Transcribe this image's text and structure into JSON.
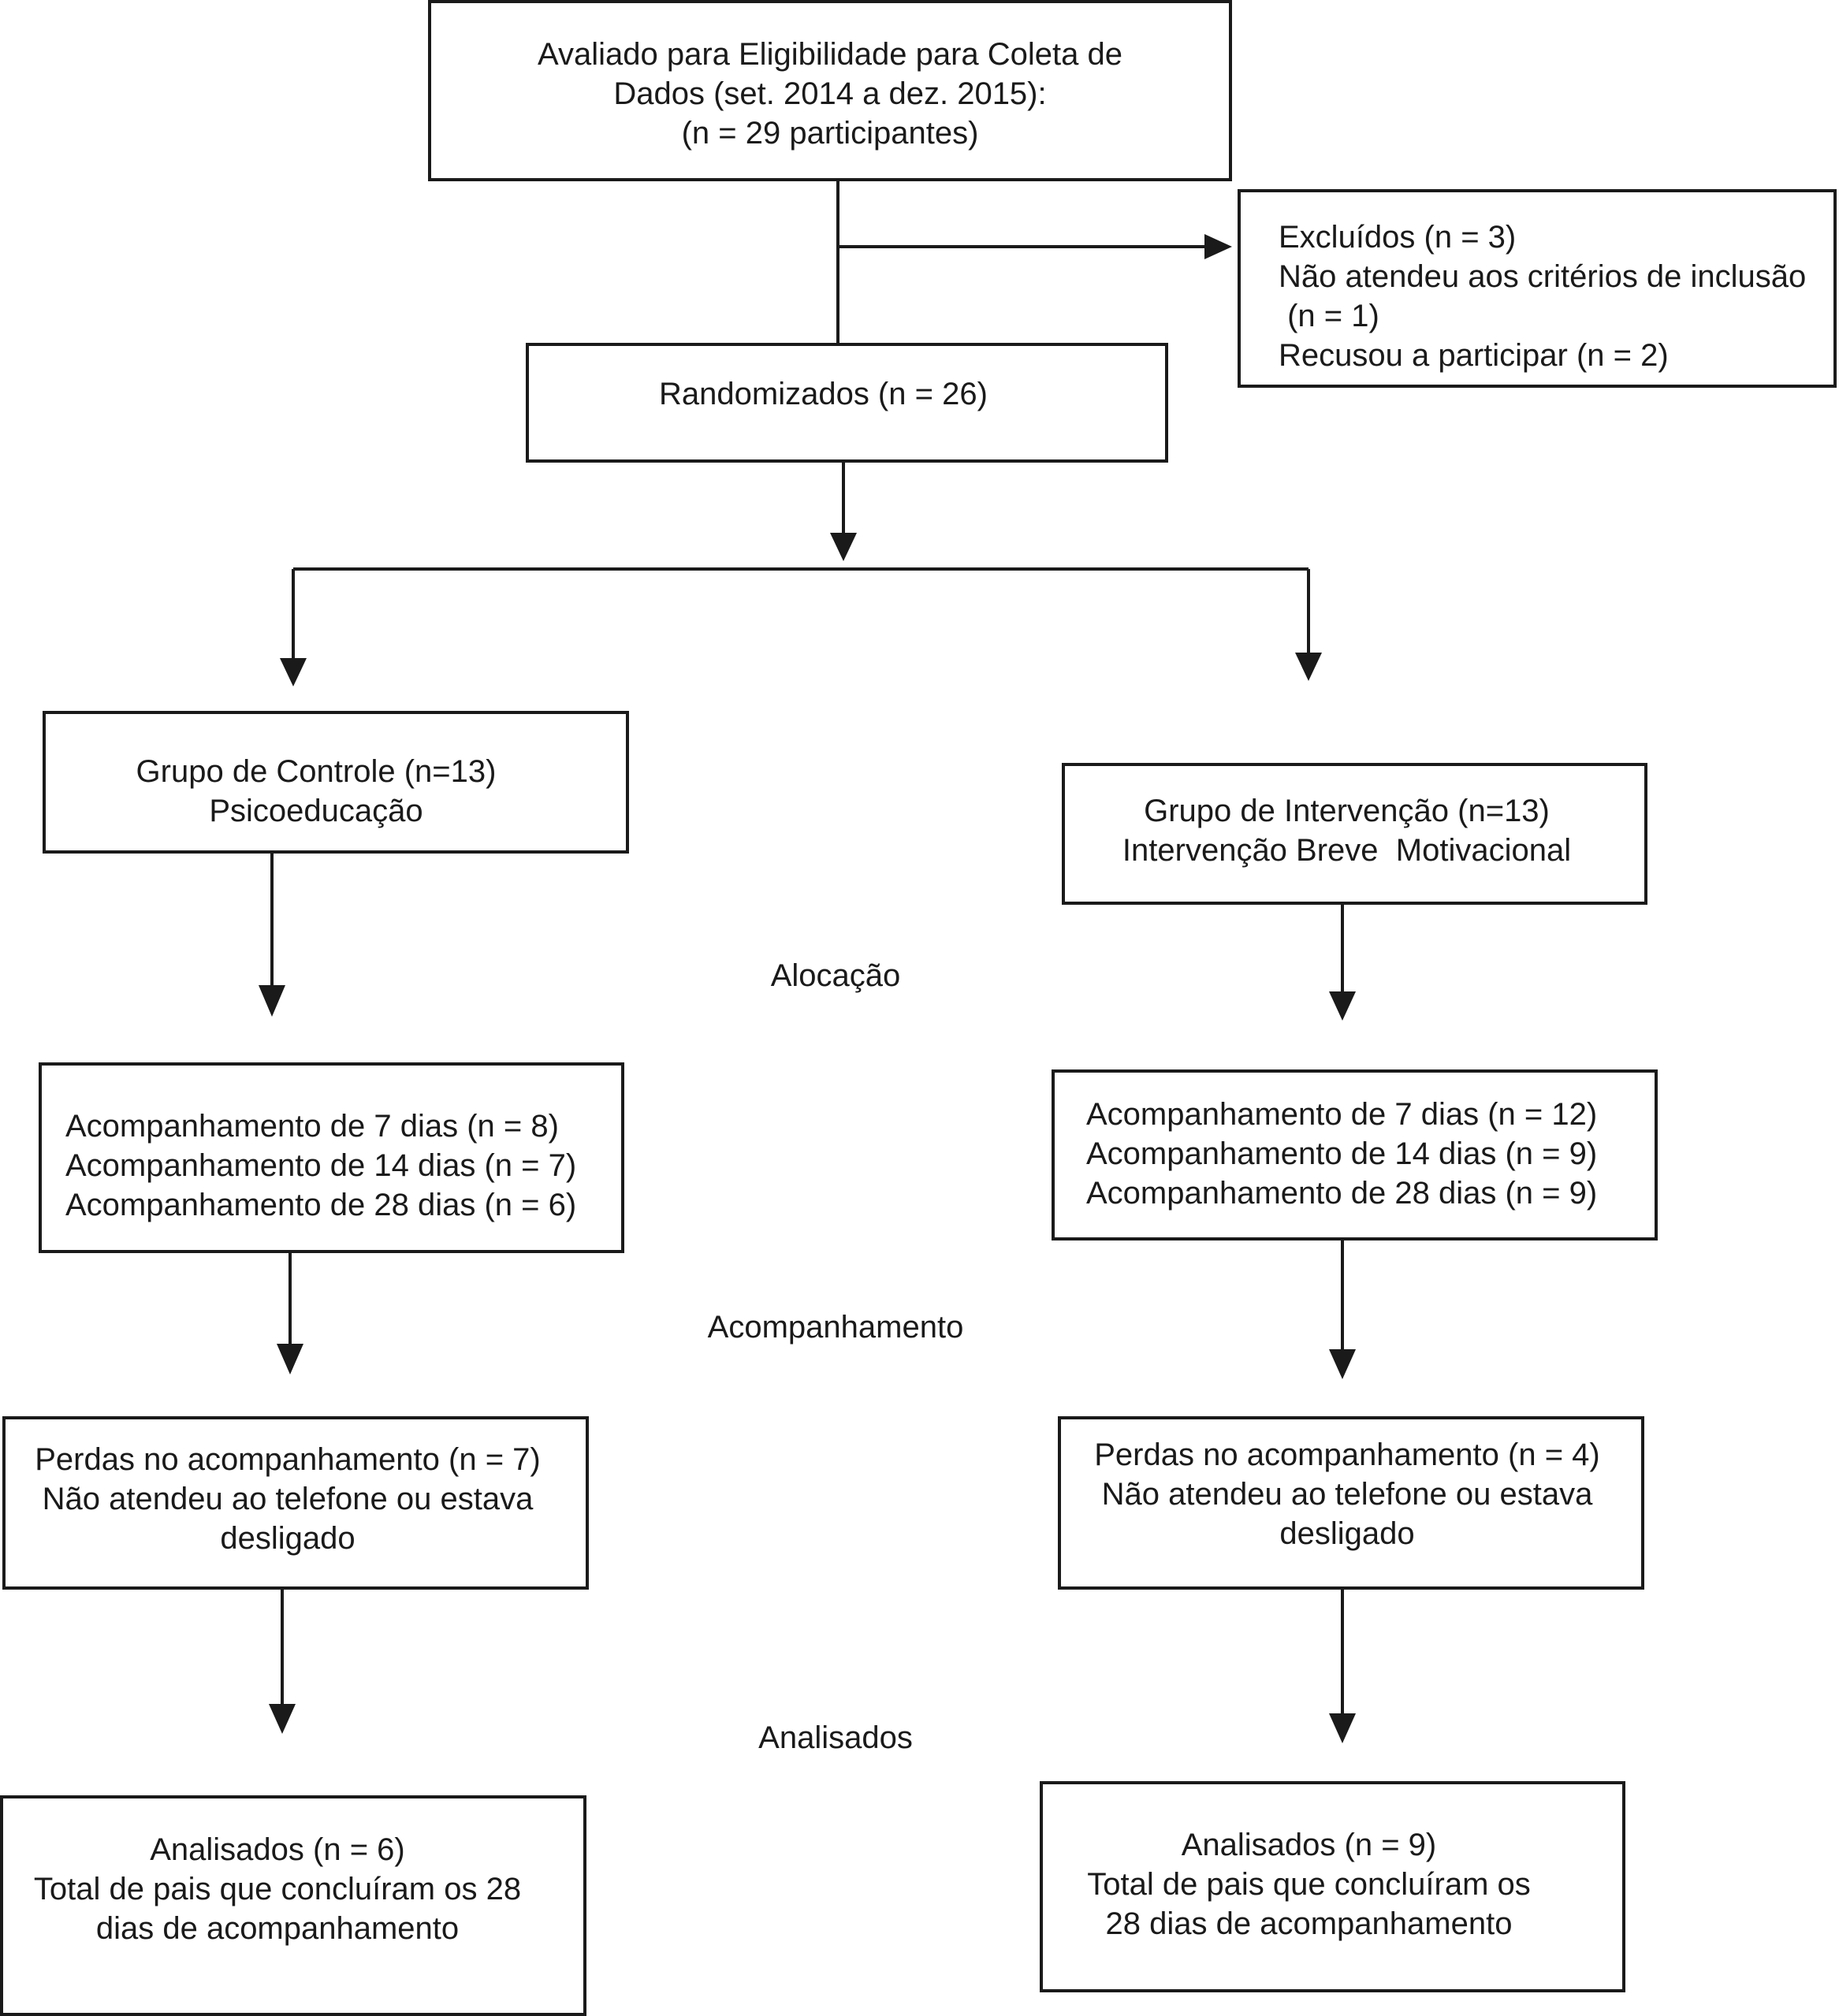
{
  "eligibility": {
    "line1": "Avaliado para Eligibilidade para Coleta de",
    "line2": "Dados (set. 2014 a dez. 2015):",
    "line3": "(n = 29 participantes)"
  },
  "excluded": {
    "line1": "Excluídos (n = 3)",
    "line2": "Não atendeu aos critérios de inclusão",
    "line3": " (n = 1)",
    "line4": "Recusou a participar (n = 2)"
  },
  "randomized": {
    "label": "Randomizados (n = 26)"
  },
  "control_group": {
    "line1": "Grupo de Controle (n=13)",
    "line2": "Psicoeducação"
  },
  "intervention_group": {
    "line1": "Grupo de Intervenção (n=13)",
    "line2": "Intervenção Breve  Motivacional"
  },
  "stages": {
    "allocation": "Alocação",
    "followup": "Acompanhamento",
    "analysed": "Analisados"
  },
  "control_followup": {
    "line1": "Acompanhamento de 7 dias (n = 8)",
    "line2": "Acompanhamento de 14 dias (n = 7)",
    "line3": "Acompanhamento de 28 dias (n = 6)"
  },
  "intervention_followup": {
    "line1": "Acompanhamento de 7 dias (n = 12)",
    "line2": "Acompanhamento de 14 dias (n = 9)",
    "line3": "Acompanhamento de 28 dias (n = 9)"
  },
  "control_losses": {
    "line1": "Perdas no acompanhamento (n = 7)",
    "line2": "Não atendeu ao telefone ou estava",
    "line3": "desligado"
  },
  "intervention_losses": {
    "line1": "Perdas no acompanhamento (n = 4)",
    "line2": "Não atendeu ao telefone ou estava",
    "line3": "desligado"
  },
  "control_analysed": {
    "line1": "Analisados (n = 6)",
    "line2": "Total de pais que concluíram os 28",
    "line3": "dias de acompanhamento"
  },
  "intervention_analysed": {
    "line1": "Analisados (n = 9)",
    "line2": "Total de pais que concluíram os",
    "line3": "28 dias de acompanhamento"
  },
  "colors": {
    "stroke": "#1a1a1a",
    "background": "#ffffff"
  }
}
